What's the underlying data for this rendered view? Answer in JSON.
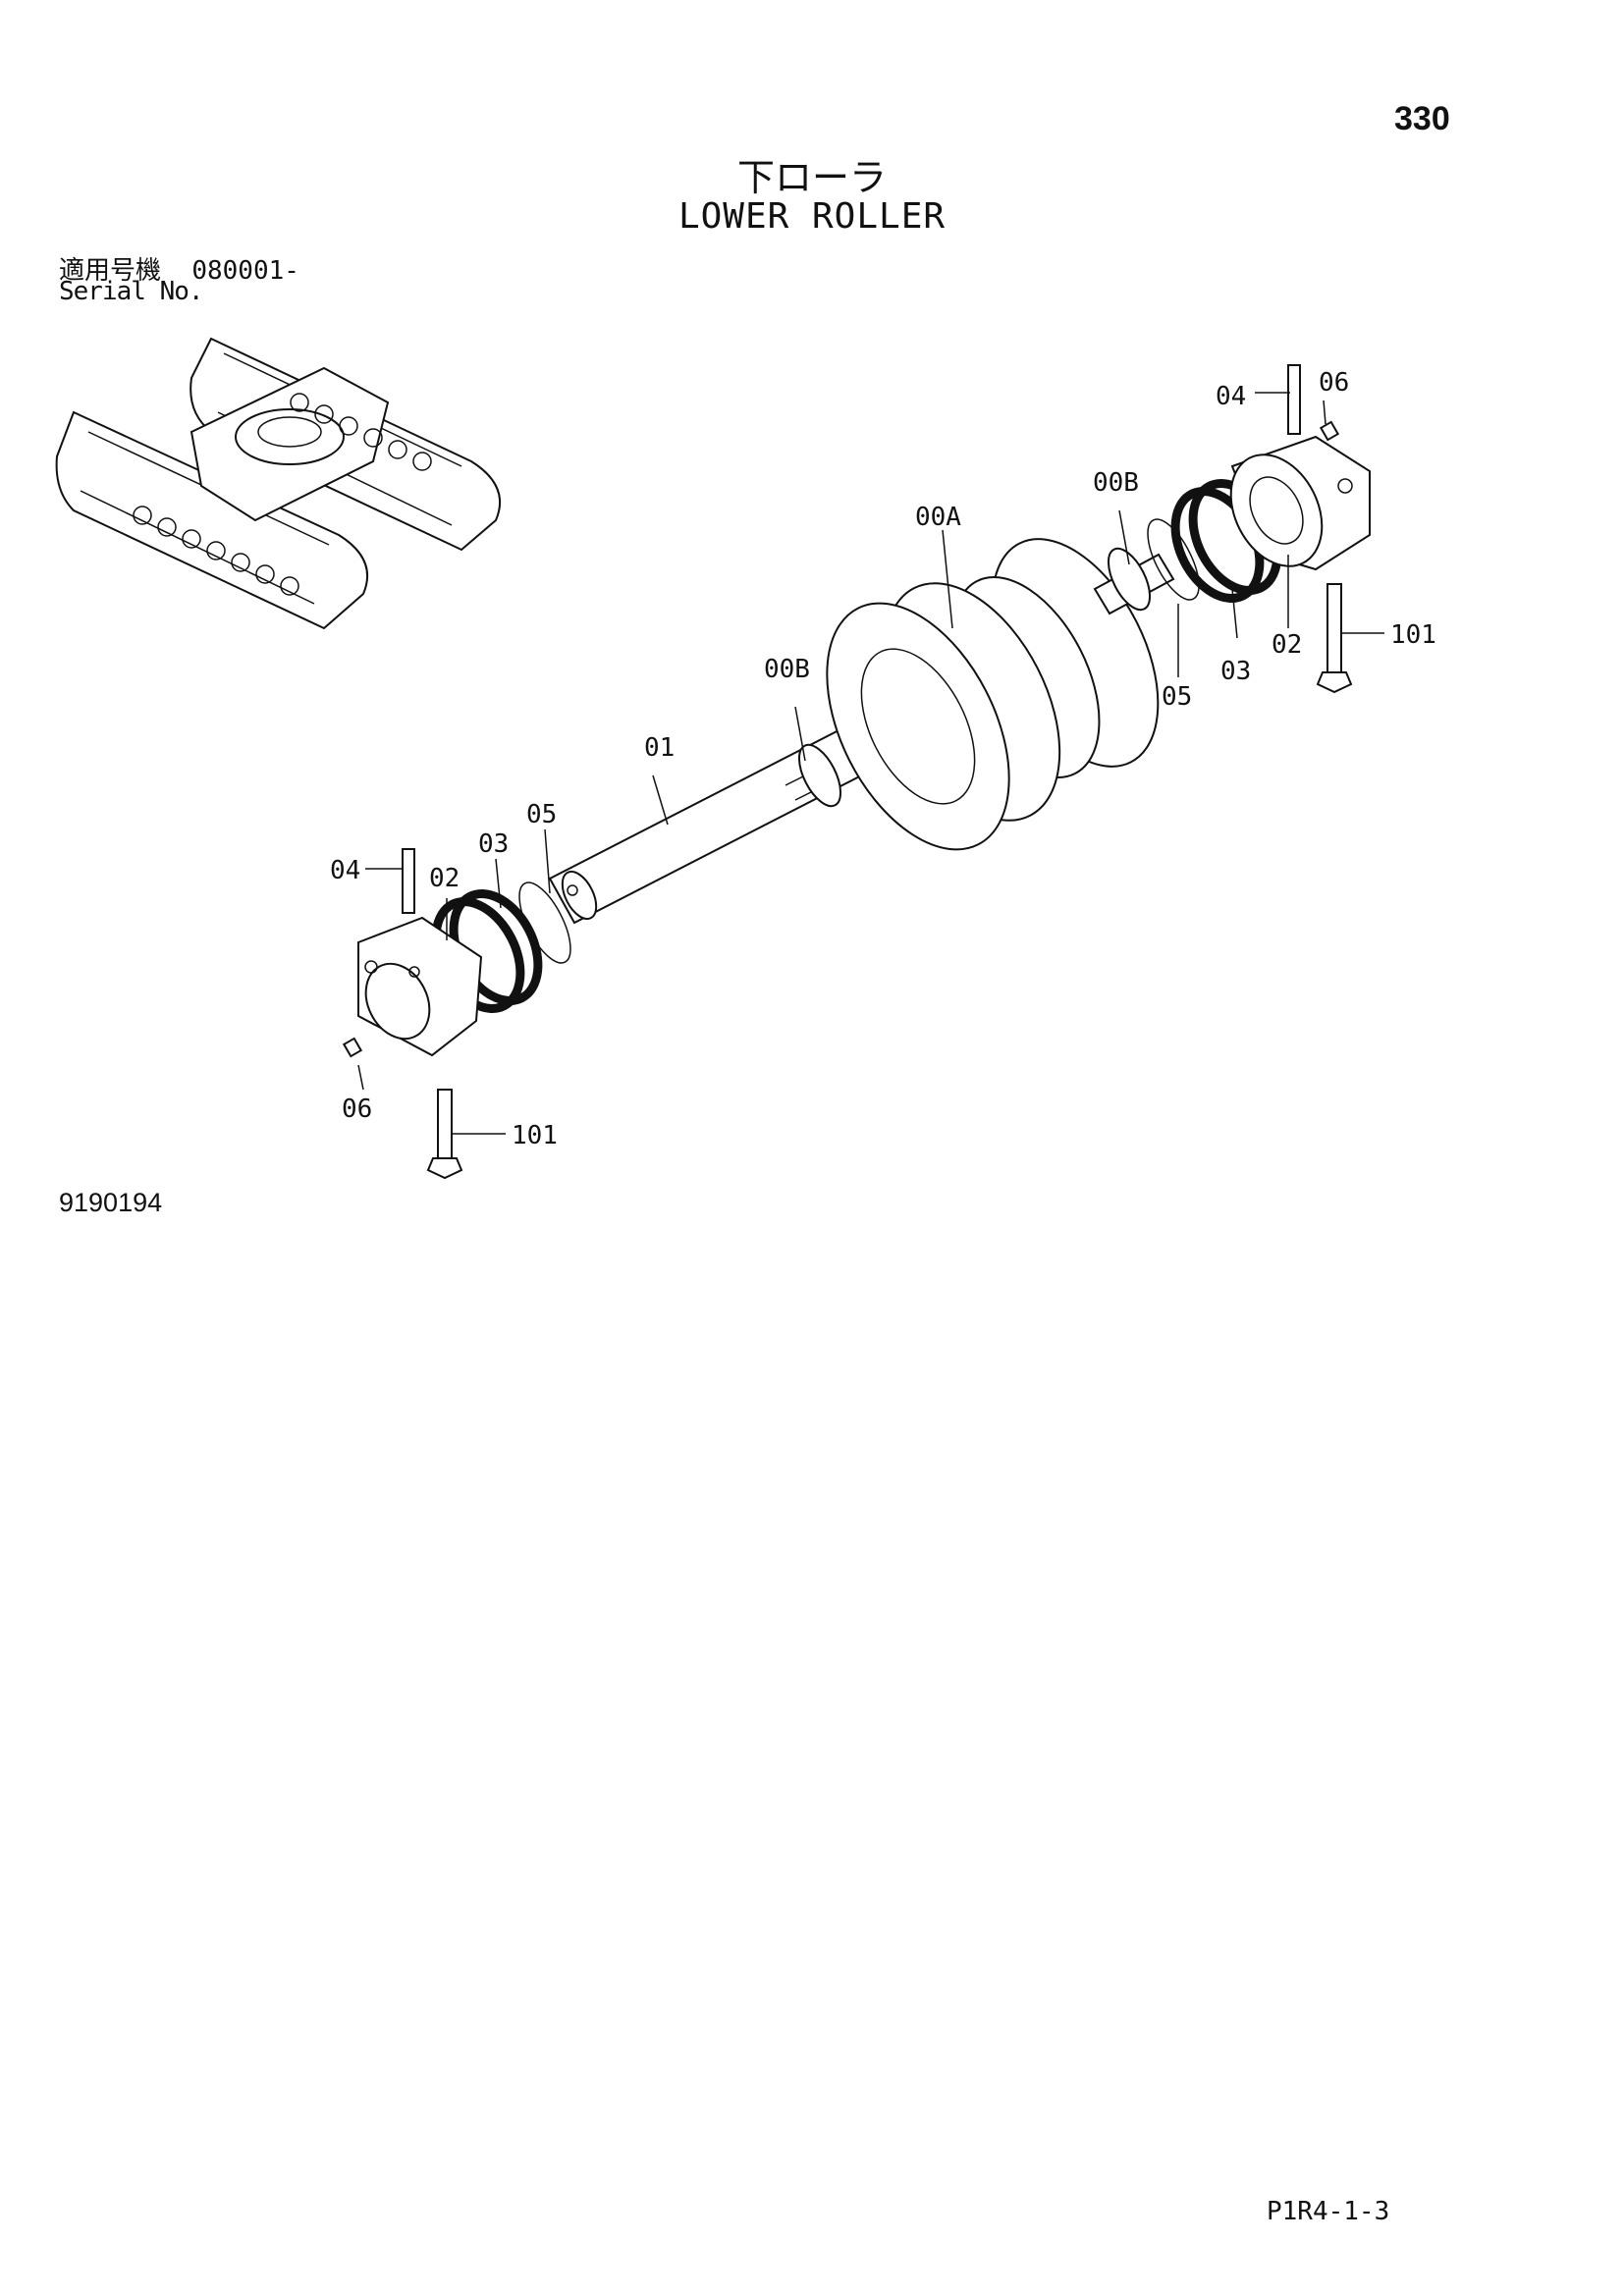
{
  "header": {
    "page_number": "330",
    "title_ja": "下ローラ",
    "title_en": "LOWER ROLLER",
    "serial_label_ja": "適用号機",
    "serial_value": "080001-",
    "serial_label_en": "Serial No."
  },
  "callouts": [
    {
      "id": "c-04-right",
      "text": "04"
    },
    {
      "id": "c-06-right",
      "text": "06"
    },
    {
      "id": "c-00b-right",
      "text": "00B"
    },
    {
      "id": "c-00a",
      "text": "00A"
    },
    {
      "id": "c-02-right",
      "text": "02"
    },
    {
      "id": "c-03-right",
      "text": "03"
    },
    {
      "id": "c-05-right",
      "text": "05"
    },
    {
      "id": "c-101-right",
      "text": "101"
    },
    {
      "id": "c-00b-left",
      "text": "00B"
    },
    {
      "id": "c-01",
      "text": "01"
    },
    {
      "id": "c-05-left",
      "text": "05"
    },
    {
      "id": "c-04-left",
      "text": "04"
    },
    {
      "id": "c-02-left",
      "text": "02"
    },
    {
      "id": "c-03-left",
      "text": "03"
    },
    {
      "id": "c-06-left",
      "text": "06"
    },
    {
      "id": "c-101-left",
      "text": "101"
    }
  ],
  "footer": {
    "figure_code": "9190194",
    "sheet_code": "P1R4-1-3"
  }
}
